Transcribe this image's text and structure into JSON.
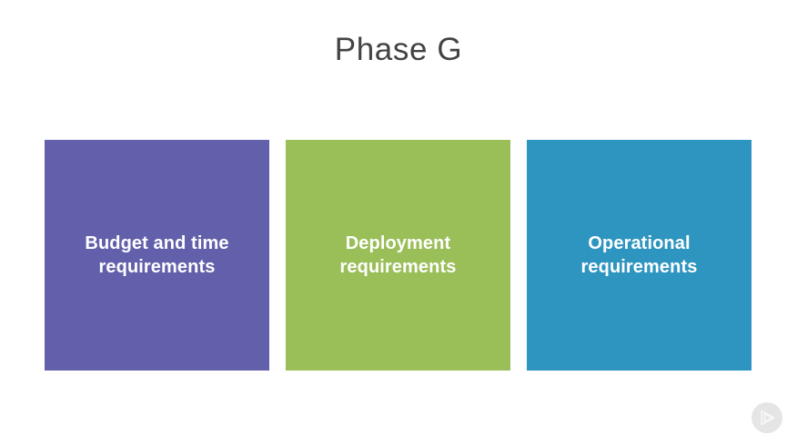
{
  "slide": {
    "title": "Phase G",
    "background_color": "#ffffff",
    "title_color": "#434343"
  },
  "cards": [
    {
      "name": "budget-and-time",
      "label": "Budget and time\nrequirements",
      "color": "#6360ab",
      "text_color": "#ffffff"
    },
    {
      "name": "deployment",
      "label": "Deployment\nrequirements",
      "color": "#9abe58",
      "text_color": "#ffffff"
    },
    {
      "name": "operational",
      "label": "Operational\nrequirements",
      "color": "#2e95c0",
      "text_color": "#ffffff"
    }
  ],
  "watermark": {
    "icon": "play-triangle-in-circle-logo",
    "color": "#e2e2e2"
  }
}
